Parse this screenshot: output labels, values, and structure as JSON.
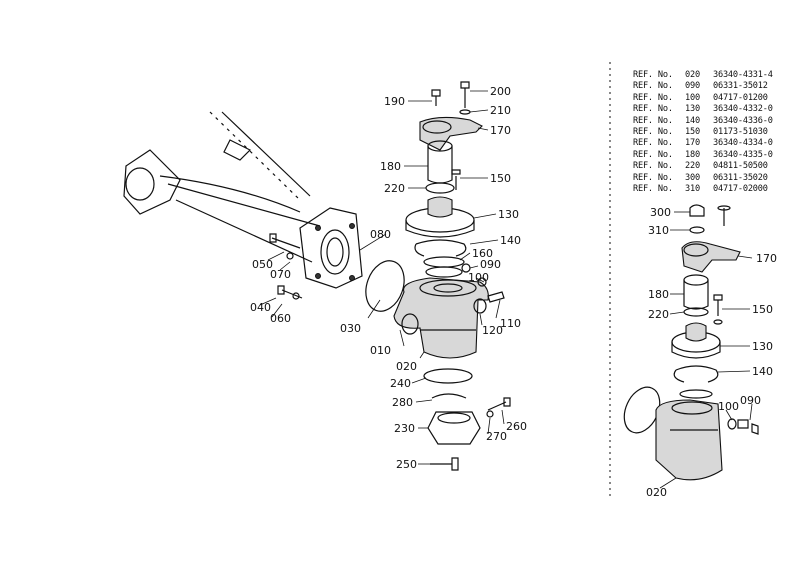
{
  "ref_table": [
    {
      "label": "REF. No.",
      "no": "020",
      "part": "36340-4331-4"
    },
    {
      "label": "REF. No.",
      "no": "090",
      "part": "06331-35012"
    },
    {
      "label": "REF. No.",
      "no": "100",
      "part": "04717-01200"
    },
    {
      "label": "REF. No.",
      "no": "130",
      "part": "36340-4332-0"
    },
    {
      "label": "REF. No.",
      "no": "140",
      "part": "36340-4336-0"
    },
    {
      "label": "REF. No.",
      "no": "150",
      "part": "01173-51030"
    },
    {
      "label": "REF. No.",
      "no": "170",
      "part": "36340-4334-0"
    },
    {
      "label": "REF. No.",
      "no": "180",
      "part": "36340-4335-0"
    },
    {
      "label": "REF. No.",
      "no": "220",
      "part": "04811-50500"
    },
    {
      "label": "REF. No.",
      "no": "300",
      "part": "06311-35020"
    },
    {
      "label": "REF. No.",
      "no": "310",
      "part": "04717-02000"
    }
  ],
  "callouts": {
    "c010": "010",
    "c020": "020",
    "c030": "030",
    "c040": "040",
    "c050": "050",
    "c060": "060",
    "c070": "070",
    "c080": "080",
    "c090": "090",
    "c100": "100",
    "c110": "110",
    "c120": "120",
    "c130": "130",
    "c140": "140",
    "c150": "150",
    "c160": "160",
    "c170": "170",
    "c180": "180",
    "c190": "190",
    "c200": "200",
    "c210": "210",
    "c220": "220",
    "c230": "230",
    "c240": "240",
    "c250": "250",
    "c260": "260",
    "c270": "270",
    "c280": "280"
  },
  "inset_callouts": {
    "c300": "300",
    "c310": "310",
    "c170": "170",
    "c180": "180",
    "c150": "150",
    "c220": "220",
    "c130": "130",
    "c140": "140",
    "c100": "100",
    "c090": "090",
    "c020": "020"
  }
}
